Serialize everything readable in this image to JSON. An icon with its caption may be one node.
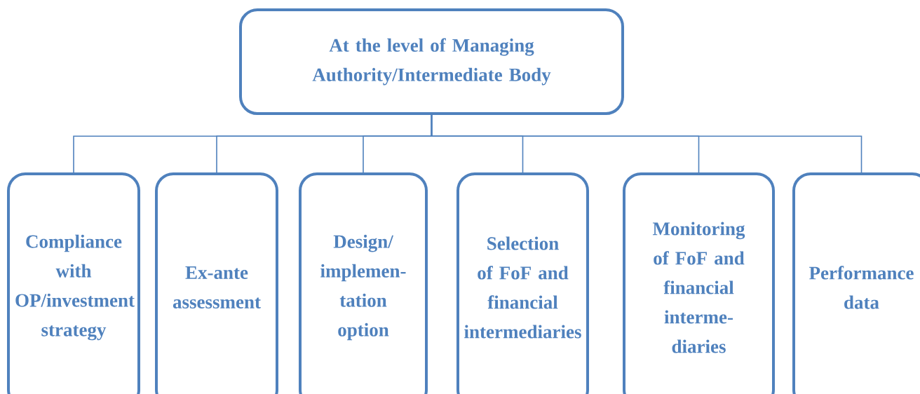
{
  "diagram": {
    "nodes": [
      {
        "text": [
          "At the level of Managing Authority/Intermediate Body"
        ]
      },
      {
        "text": [
          "Compliance with OP/investment strategy"
        ]
      },
      {
        "text": [
          "Ex-ante assessment"
        ]
      },
      {
        "text": [
          "Design/ implemen-tation option"
        ]
      },
      {
        "text": [
          "Selection of FoF and financial intermediaries"
        ]
      },
      {
        "text": [
          "Monitoring of FoF and financial interme-diaries"
        ]
      },
      {
        "text": [
          "Performance data"
        ]
      }
    ],
    "edges": [
      {
        "from": 0,
        "to": 1,
        "arrow": "none"
      },
      {
        "from": 0,
        "to": 2,
        "arrow": "none"
      },
      {
        "from": 0,
        "to": 3,
        "arrow": "none"
      },
      {
        "from": 0,
        "to": 4,
        "arrow": "none"
      },
      {
        "from": 0,
        "to": 5,
        "arrow": "none"
      },
      {
        "from": 0,
        "to": 6,
        "arrow": "none"
      }
    ]
  }
}
